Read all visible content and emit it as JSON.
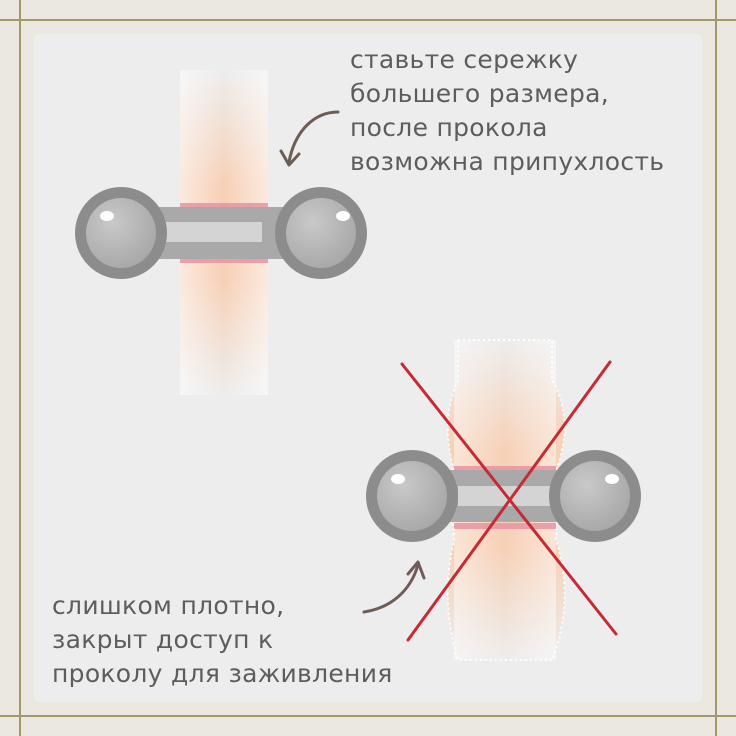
{
  "captions": {
    "correct": [
      "ставьте сережку",
      "большего размера,",
      "после прокола",
      "возможна припухлость"
    ],
    "wrong": [
      "слишком плотно,",
      "закрыт доступ к",
      "проколу для заживления"
    ]
  },
  "colors": {
    "frame_line": "#a3966a",
    "background": "#ededed",
    "skin_center": "#f8cdb0",
    "metal": "#b5b5b5",
    "metal_dark": "#8e8e8e",
    "arrow": "#6e5d57",
    "cross": "#c62a34",
    "wound": "#d9466b"
  },
  "icons": {
    "correct_arrow": "curved-arrow-icon",
    "wrong_arrow": "curved-arrow-icon",
    "cross": "red-x-cross-icon"
  }
}
